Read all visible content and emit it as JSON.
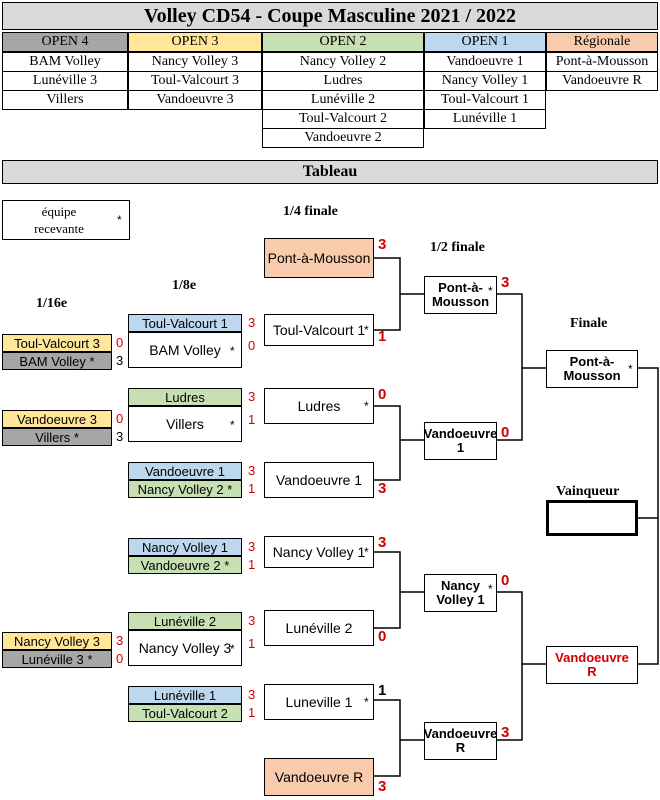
{
  "title": "Volley CD54 - Coupe Masculine 2021 / 2022",
  "groups": [
    {
      "label": "OPEN 4",
      "color": "#a6a6a6",
      "teams": [
        "BAM Volley",
        "Lunéville 3",
        "Villers"
      ]
    },
    {
      "label": "OPEN 3",
      "color": "#ffe699",
      "teams": [
        "Nancy Volley 3",
        "Toul-Valcourt 3",
        "Vandoeuvre 3"
      ]
    },
    {
      "label": "OPEN 2",
      "color": "#c6e0b4",
      "teams": [
        "Nancy Volley 2",
        "Ludres",
        "Lunéville 2",
        "Toul-Valcourt 2",
        "Vandoeuvre 2"
      ]
    },
    {
      "label": "OPEN 1",
      "color": "#bdd7ee",
      "teams": [
        "Vandoeuvre 1",
        "Nancy Volley 1",
        "Toul-Valcourt 1",
        "Lunéville 1"
      ]
    },
    {
      "label": "Régionale",
      "color": "#f8cbad",
      "teams": [
        "Pont-à-Mousson",
        "Vandoeuvre R"
      ]
    }
  ],
  "tableau": "Tableau",
  "legend": {
    "text": "équipe recevante",
    "star": "*"
  },
  "stages": {
    "r16": "1/16e",
    "r8": "1/8e",
    "qf": "1/4 finale",
    "sf": "1/2 finale",
    "final": "Finale",
    "winner": "Vainqueur"
  },
  "r16": [
    {
      "a": "Toul-Valcourt 3",
      "sa": "0",
      "b": "BAM Volley *",
      "sb": "3"
    },
    {
      "a": "Vandoeuvre 3",
      "sa": "0",
      "b": "Villers *",
      "sb": "3"
    },
    {
      "a": "Nancy Volley 3",
      "sa": "3",
      "b": "Lunéville 3 *",
      "sb": "0"
    }
  ],
  "r8": [
    {
      "a": "Toul-Valcourt 1",
      "sa": "3",
      "b": "BAM Volley",
      "sb": "0"
    },
    {
      "a": "Ludres",
      "sa": "3",
      "b": "Villers",
      "sb": "1"
    },
    {
      "a": "Vandoeuvre 1",
      "sa": "3",
      "b": "Nancy Volley 2 *",
      "sb": "1"
    },
    {
      "a": "Nancy Volley 1",
      "sa": "3",
      "b": "Vandoeuvre 2 *",
      "sb": "1"
    },
    {
      "a": "Lunéville 2",
      "sa": "3",
      "b": "Nancy Volley 3",
      "sb": "1"
    },
    {
      "a": "Lunéville 1",
      "sa": "3",
      "b": "Toul-Valcourt 2",
      "sb": "1"
    }
  ],
  "qf": [
    {
      "name": "Pont-à-Mousson",
      "score": "3"
    },
    {
      "name": "Toul-Valcourt 1",
      "score": "1"
    },
    {
      "name": "Ludres",
      "score": "0"
    },
    {
      "name": "Vandoeuvre 1",
      "score": "3"
    },
    {
      "name": "Nancy Volley 1",
      "score": "3"
    },
    {
      "name": "Lunéville 2",
      "score": "0"
    },
    {
      "name": "Luneville 1",
      "score": "1"
    },
    {
      "name": "Vandoeuvre R",
      "score": "3"
    }
  ],
  "sf": [
    {
      "l1": "Pont-à-",
      "l2": "Mousson",
      "score": "3"
    },
    {
      "l1": "Vandoeuvre",
      "l2": "1",
      "score": "0"
    },
    {
      "l1": "Nancy",
      "l2": "Volley 1",
      "score": "0"
    },
    {
      "l1": "Vandoeuvre",
      "l2": "R",
      "score": "3"
    }
  ],
  "final": [
    {
      "l1": "Pont-à-",
      "l2": "Mousson"
    },
    {
      "l1": "Vandoeuvre",
      "l2": "R"
    }
  ]
}
